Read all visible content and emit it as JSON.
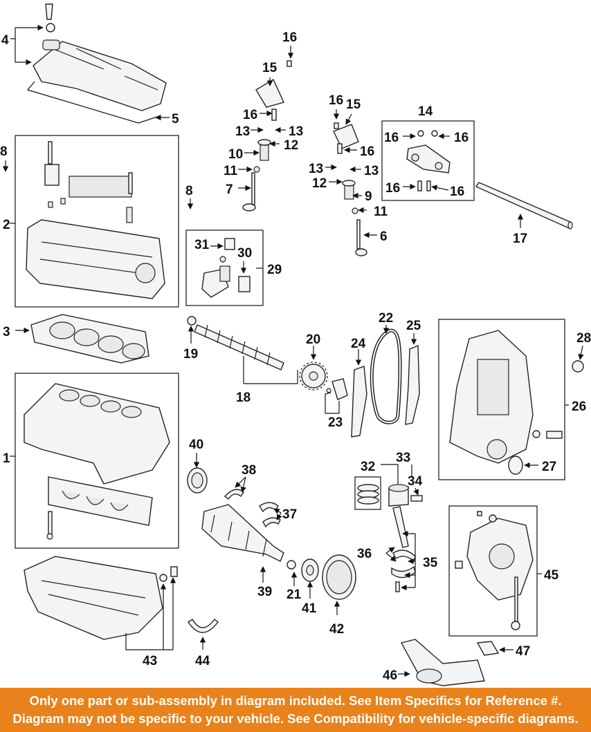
{
  "callouts": [
    "1",
    "2",
    "3",
    "4",
    "5",
    "6",
    "7",
    "8",
    "8",
    "9",
    "10",
    "11",
    "11",
    "12",
    "12",
    "13",
    "13",
    "13",
    "13",
    "14",
    "15",
    "15",
    "16",
    "16",
    "16",
    "16",
    "16",
    "16",
    "16",
    "16",
    "17",
    "18",
    "19",
    "20",
    "21",
    "22",
    "23",
    "24",
    "25",
    "26",
    "27",
    "28",
    "29",
    "30",
    "31",
    "32",
    "33",
    "34",
    "35",
    "36",
    "37",
    "38",
    "39",
    "40",
    "41",
    "42",
    "43",
    "44",
    "45",
    "46",
    "47"
  ],
  "banner": {
    "line1": "Only one part or sub-assembly in diagram included. See Item Specifics for Reference #.",
    "line2": "Diagram may not be specific to your vehicle. See Compatibility for vehicle-specific diagrams."
  },
  "colors": {
    "banner_bg": "#e9821b",
    "banner_text": "#ffffff",
    "line": "#222222"
  }
}
